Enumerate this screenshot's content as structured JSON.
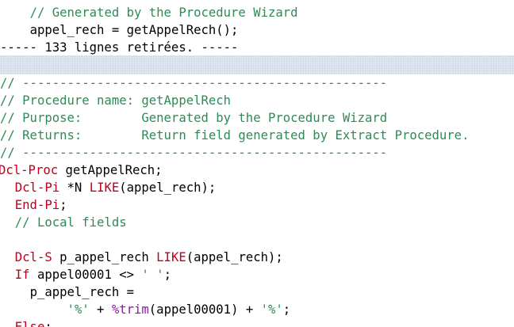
{
  "editor": {
    "lines": [
      {
        "indent": "    ",
        "segments": [
          {
            "text": "// Generated by the Procedure Wizard",
            "kind": "cmt"
          }
        ]
      },
      {
        "indent": "    ",
        "segments": [
          {
            "text": "appel_rech = getAppelRech();",
            "kind": "plain"
          }
        ]
      },
      {
        "indent": "",
        "segments": [
          {
            "text": "----- 133 lignes retirées. -----",
            "kind": "plain"
          }
        ]
      },
      {
        "indent": "",
        "segments": [
          {
            "text": "// -------------------------------------------------",
            "kind": "cmt"
          }
        ]
      },
      {
        "indent": "",
        "segments": [
          {
            "text": "// Procedure name: getAppelRech",
            "kind": "cmt"
          }
        ]
      },
      {
        "indent": "",
        "segments": [
          {
            "text": "// Purpose:        Generated by the Procedure Wizard",
            "kind": "cmt"
          }
        ]
      },
      {
        "indent": "",
        "segments": [
          {
            "text": "// Returns:        Return field generated by Extract Procedure.",
            "kind": "cmt"
          }
        ]
      },
      {
        "indent": "",
        "segments": [
          {
            "text": "// -------------------------------------------------",
            "kind": "cmt"
          }
        ]
      },
      {
        "indent": "",
        "segments": [
          {
            "text": "Dcl-Proc",
            "kind": "kw"
          },
          {
            "text": " getAppelRech;",
            "kind": "plain"
          }
        ]
      },
      {
        "indent": "  ",
        "segments": [
          {
            "text": "Dcl-Pi",
            "kind": "kw"
          },
          {
            "text": " *N ",
            "kind": "plain"
          },
          {
            "text": "LIKE",
            "kind": "kw"
          },
          {
            "text": "(appel_rech);",
            "kind": "plain"
          }
        ]
      },
      {
        "indent": "  ",
        "segments": [
          {
            "text": "End-Pi",
            "kind": "kw"
          },
          {
            "text": ";",
            "kind": "plain"
          }
        ]
      },
      {
        "indent": "  ",
        "segments": [
          {
            "text": "// Local fields",
            "kind": "cmt"
          }
        ]
      },
      {
        "indent": "",
        "segments": [
          {
            "text": "",
            "kind": "plain"
          }
        ]
      },
      {
        "indent": "  ",
        "segments": [
          {
            "text": "Dcl-S",
            "kind": "kw"
          },
          {
            "text": " p_appel_rech ",
            "kind": "plain"
          },
          {
            "text": "LIKE",
            "kind": "kw"
          },
          {
            "text": "(appel_rech);",
            "kind": "plain"
          }
        ]
      },
      {
        "indent": "  ",
        "segments": [
          {
            "text": "If",
            "kind": "kw"
          },
          {
            "text": " appel00001 <> ",
            "kind": "plain"
          },
          {
            "text": "' '",
            "kind": "str"
          },
          {
            "text": ";",
            "kind": "plain"
          }
        ]
      },
      {
        "indent": "    ",
        "segments": [
          {
            "text": "p_appel_rech =",
            "kind": "plain"
          }
        ]
      },
      {
        "indent": "         ",
        "segments": [
          {
            "text": "'%'",
            "kind": "str"
          },
          {
            "text": " + ",
            "kind": "plain"
          },
          {
            "text": "%trim",
            "kind": "fn"
          },
          {
            "text": "(appel00001) + ",
            "kind": "plain"
          },
          {
            "text": "'%'",
            "kind": "str"
          },
          {
            "text": ";",
            "kind": "plain"
          }
        ]
      },
      {
        "indent": "  ",
        "segments": [
          {
            "text": "Else",
            "kind": "kw"
          },
          {
            "text": ";",
            "kind": "plain"
          }
        ]
      }
    ]
  },
  "colors": {
    "comment": "#2e8b57",
    "keyword": "#c0001c",
    "builtin": "#8a1aa8",
    "string": "#2e8b57",
    "text": "#000000",
    "fold_band": "#eef2f8"
  }
}
